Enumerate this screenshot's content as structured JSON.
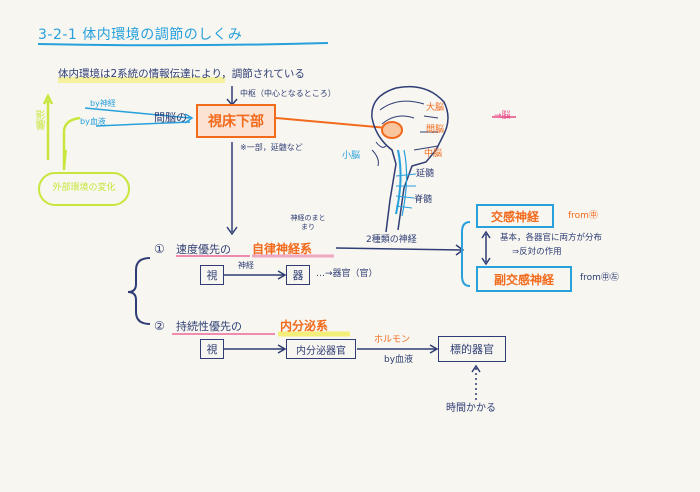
{
  "colors": {
    "navy": "#2f3d74",
    "orange": "#f26a1b",
    "cyan": "#27a0dc",
    "lime": "#c8e63c",
    "teal": "#2f9fa6",
    "pink": "#e94b88",
    "highlight_yellow": "#f4ef7a",
    "highlight_green": "#7ed36f",
    "highlight_pink": "#f2a7c0"
  },
  "title": "3-2-1 体内環境の調節のしくみ",
  "intro": "体内環境は2系統の情報伝達により，調節されている",
  "center_label": "中枢（中心となるところ）",
  "left_side": {
    "affect": "影響",
    "by_nerve": "by神経",
    "by_blood": "by血液",
    "external_change": "外部環境の変化"
  },
  "hypothalamus": {
    "prefix": "間脳の",
    "name": "視床下部",
    "note": "※一部，延髄など",
    "to_brain": "→脳"
  },
  "brain_labels": {
    "cerebrum": "大脳",
    "diencephalon": "間脳",
    "midbrain": "中脳",
    "cerebellum": "小脳",
    "medulla": "延髄",
    "spinal_cord": "脊髄"
  },
  "section1": {
    "number": "①",
    "lead": "速度優先の",
    "system": "自律神経系",
    "small_note": "神経のまとまり",
    "arrow_label": "2種類の神経",
    "source": "視",
    "nerve": "神経",
    "target": "器",
    "result": "…→器官（官）"
  },
  "nerves": {
    "sympathetic": "交感神経",
    "sympathetic_from": "from㊥",
    "parasympathetic": "副交感神経",
    "parasympathetic_from": "from㊥㊧",
    "note_line1": "基本，各器官に両方が分布",
    "note_line2": "⇒反対の作用"
  },
  "section2": {
    "number": "②",
    "lead": "持続性優先の",
    "system": "内分泌系",
    "source": "視",
    "gland": "内分泌器官",
    "hormone": "ホルモン",
    "by_blood": "by血液",
    "target": "標的器官",
    "time_note": "時間かかる"
  }
}
